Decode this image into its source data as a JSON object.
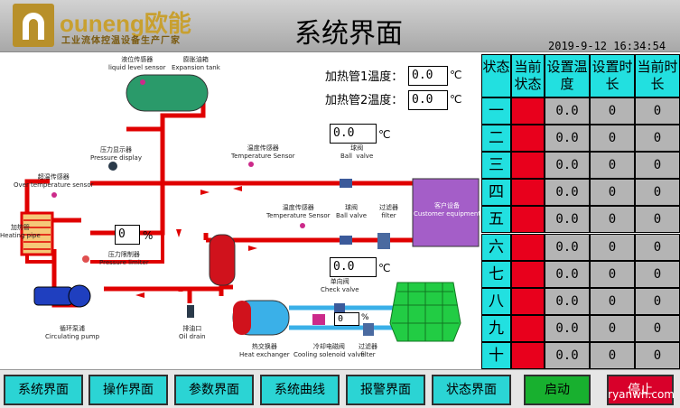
{
  "header": {
    "brand": "ouneng欧能",
    "tagline": "工业流体控温设备生产厂家",
    "title": "系统界面",
    "datetime": "2019-9-12 16:34:54"
  },
  "diagram": {
    "labels": {
      "liquid_level_sensor": "液位传感器\nliquid level sensor",
      "expansion_tank": "膨胀油箱\nExpansion tank",
      "pressure_display": "压力显示器\nPressure display",
      "temp_sensor_1": "温度传感器\nTemperature Sensor",
      "over_temp_sensor": "超温传感器\nOver temperature sensor",
      "heating_pipe": "加热管\nHeating pipe",
      "pressure_limiter": "压力限制器\nPressure limiter",
      "ball_valve_1": "球阀\nBall  valve",
      "temp_sensor_2": "温度传感器\nTemperature Sensor",
      "ball_valve_2": "球阀\nBall valve",
      "filter_1": "过滤器\nfilter",
      "customer_equipment": "客户设备\nCustomer equipment",
      "circulating_pump": "循环泵浦\nCirculating pump",
      "oil_drain": "排油口\nOil drain",
      "check_valve": "单向阀\nCheck valve",
      "heat_exchanger": "热交换器\nHeat exchanger",
      "cooling_solenoid_valve": "冷却电磁阀\nCooling solenoid valve",
      "filter_2": "过滤器\nfilter"
    },
    "heater1_label": "加热管1温度：",
    "heater1_value": "0.0",
    "heater2_label": "加热管2温度：",
    "heater2_value": "0.0",
    "temp_unit": "℃",
    "ball_valve_temp": "0.0",
    "return_temp": "0.0",
    "heating_percent": "0",
    "cooling_percent": "0",
    "percent_unit": "%"
  },
  "status_table": {
    "headers": [
      "状态",
      "当前状态",
      "设置温度",
      "设置时长",
      "当前时长"
    ],
    "rows": [
      {
        "name": "一",
        "set_temp": "0.0",
        "set_time": "0",
        "cur_time": "0"
      },
      {
        "name": "二",
        "set_temp": "0.0",
        "set_time": "0",
        "cur_time": "0"
      },
      {
        "name": "三",
        "set_temp": "0.0",
        "set_time": "0",
        "cur_time": "0"
      },
      {
        "name": "四",
        "set_temp": "0.0",
        "set_time": "0",
        "cur_time": "0"
      },
      {
        "name": "五",
        "set_temp": "0.0",
        "set_time": "0",
        "cur_time": "0"
      },
      {
        "name": "六",
        "set_temp": "0.0",
        "set_time": "0",
        "cur_time": "0"
      },
      {
        "name": "七",
        "set_temp": "0.0",
        "set_time": "0",
        "cur_time": "0"
      },
      {
        "name": "八",
        "set_temp": "0.0",
        "set_time": "0",
        "cur_time": "0"
      },
      {
        "name": "九",
        "set_temp": "0.0",
        "set_time": "0",
        "cur_time": "0"
      },
      {
        "name": "十",
        "set_temp": "0.0",
        "set_time": "0",
        "cur_time": "0"
      }
    ]
  },
  "nav": {
    "system": "系统界面",
    "operation": "操作界面",
    "parameters": "参数界面",
    "curves": "系统曲线",
    "alarms": "报警界面",
    "status": "状态界面",
    "start": "启动",
    "stop": "停止"
  },
  "watermark": "ryanwh.com",
  "colors": {
    "pipe": "#e00000",
    "table_header": "#22e0e0",
    "state_off": "#e8001c",
    "nav_button": "#2bd4d4",
    "start_button": "#18b02f",
    "stop_button": "#d8002a"
  }
}
